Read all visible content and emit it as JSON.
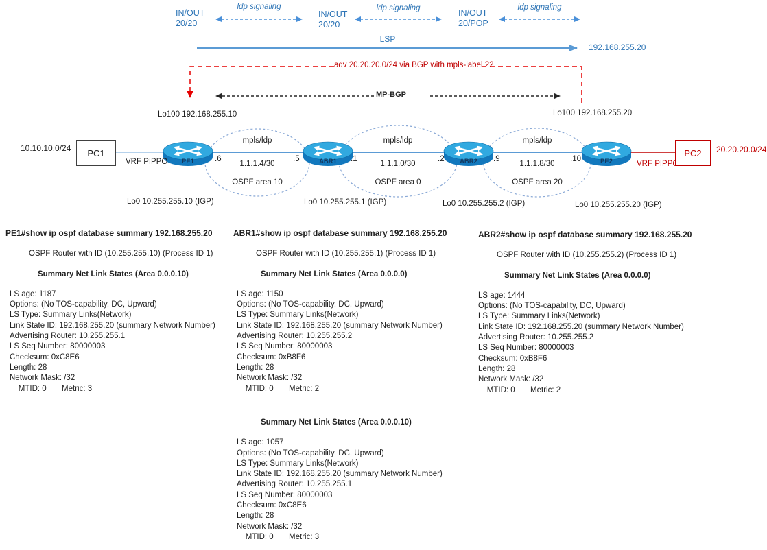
{
  "colors": {
    "blue_text": "#2e75b6",
    "ldp_arrow": "#4a90d9",
    "lsp_arrow": "#5b9bd5",
    "red_text": "#c00000",
    "red_dash": "#e60000",
    "router_top": "#31a9e0",
    "router_body": "#1278bd"
  },
  "signaling": {
    "sessions": [
      {
        "inout_line1": "IN/OUT",
        "inout_line2": "20/20",
        "label": "ldp signaling"
      },
      {
        "inout_line1": "IN/OUT",
        "inout_line2": "20/20",
        "label": "ldp signaling"
      },
      {
        "inout_line1": "IN/OUT",
        "inout_line2": "20/POP",
        "label": "ldp signaling"
      }
    ],
    "lsp_label": "LSP",
    "lsp_endpoint": "192.168.255.20",
    "adv_label": "adv 20.20.20.0/24 via BGP with mpls-label 22",
    "mpbgp_label": "MP-BGP",
    "lo100_left": "Lo100 192.168.255.10",
    "lo100_right": "Lo100 192.168.255.20"
  },
  "topology": {
    "pc1": {
      "label": "PC1",
      "network": "10.10.10.0/24",
      "vrf": "VRF PIPPO"
    },
    "pc2": {
      "label": "PC2",
      "network": "20.20.20.0/24",
      "vrf": "VRF PIPPO"
    },
    "routers": [
      {
        "name": "PE1",
        "loopback": "Lo0 10.255.255.10 (IGP)"
      },
      {
        "name": "ABR1",
        "loopback": "Lo0 10.255.255.1 (IGP)"
      },
      {
        "name": "ABR2",
        "loopback": "Lo0 10.255.255.2 (IGP)"
      },
      {
        "name": "PE2",
        "loopback": "Lo0 10.255.255.20 (IGP)"
      }
    ],
    "segments": [
      {
        "label": "mpls/ldp",
        "subnet": "1.1.1.4/30",
        "area": "OSPF area 10",
        "left_if": ".6",
        "right_if": ".5"
      },
      {
        "label": "mpls/ldp",
        "subnet": "1.1.1.0/30",
        "area": "OSPF area 0",
        "left_if": ".1",
        "right_if": ".2"
      },
      {
        "label": "mpls/ldp",
        "subnet": "1.1.1.8/30",
        "area": "OSPF area 20",
        "left_if": ".9",
        "right_if": ".10"
      }
    ]
  },
  "blocks": [
    {
      "title": "PE1#show ip ospf database summary 192.168.255.20",
      "router_line": "OSPF Router with ID (10.255.255.10) (Process ID 1)",
      "heading": "Summary Net Link States (Area 0.0.0.10)",
      "lines": [
        "LS age: 1187",
        "Options: (No TOS-capability, DC, Upward)",
        "LS Type: Summary Links(Network)",
        "Link State ID: 192.168.255.20 (summary Network Number)",
        "Advertising Router: 10.255.255.1",
        "LS Seq Number: 80000003",
        "Checksum: 0xC8E6",
        "Length: 28",
        "Network Mask: /32",
        "    MTID: 0       Metric: 3"
      ]
    },
    {
      "title": "ABR1#show ip ospf database summary 192.168.255.20",
      "router_line": "OSPF Router with ID (10.255.255.1) (Process ID 1)",
      "heading": "Summary Net Link States (Area 0.0.0.0)",
      "lines": [
        "LS age: 1150",
        "Options: (No TOS-capability, DC, Upward)",
        "LS Type: Summary Links(Network)",
        "Link State ID: 192.168.255.20 (summary Network Number)",
        "Advertising Router: 10.255.255.2",
        "LS Seq Number: 80000003",
        "Checksum: 0xB8F6",
        "Length: 28",
        "Network Mask: /32",
        "    MTID: 0       Metric: 2"
      ]
    },
    {
      "title": "ABR2#show ip ospf database summary 192.168.255.20",
      "router_line": "OSPF Router with ID (10.255.255.2) (Process ID 1)",
      "heading": "Summary Net Link States (Area 0.0.0.0)",
      "lines": [
        "LS age: 1444",
        "Options: (No TOS-capability, DC, Upward)",
        "LS Type: Summary Links(Network)",
        "Link State ID: 192.168.255.20 (summary Network Number)",
        "Advertising Router: 10.255.255.2",
        "LS Seq Number: 80000003",
        "Checksum: 0xB8F6",
        "Length: 28",
        "Network Mask: /32",
        "    MTID: 0       Metric: 2"
      ]
    },
    {
      "heading": "Summary Net Link States (Area 0.0.0.10)",
      "lines": [
        "LS age: 1057",
        "Options: (No TOS-capability, DC, Upward)",
        "LS Type: Summary Links(Network)",
        "Link State ID: 192.168.255.20 (summary Network Number)",
        "Advertising Router: 10.255.255.1",
        "LS Seq Number: 80000003",
        "Checksum: 0xC8E6",
        "Length: 28",
        "Network Mask: /32",
        "    MTID: 0       Metric: 3"
      ]
    }
  ]
}
